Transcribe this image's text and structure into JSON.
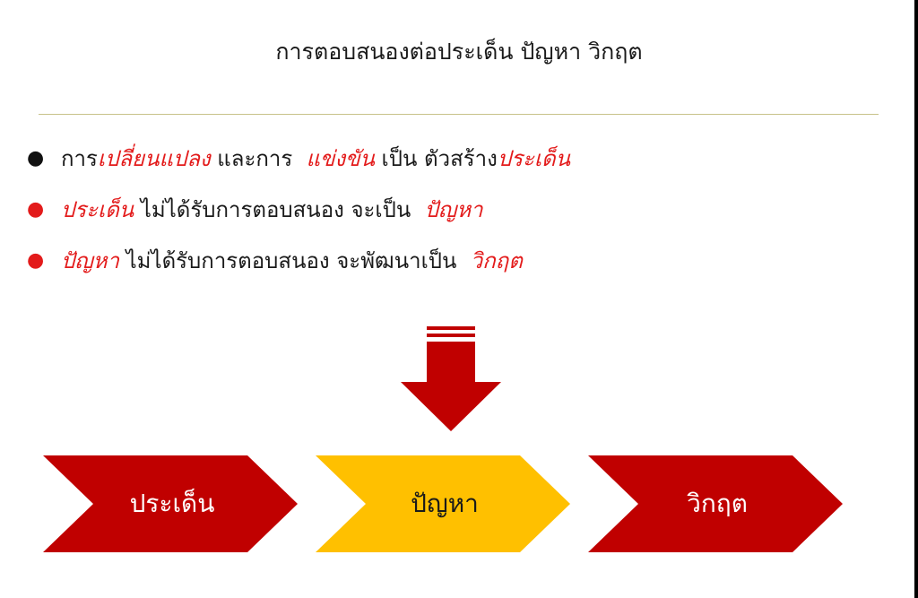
{
  "title": "การตอบสนองต่อประเด็น ปัญหา วิกฤต",
  "bullets": [
    {
      "bullet_color": "#111111",
      "segments": [
        {
          "text": "การ",
          "emphasis": false
        },
        {
          "text": "เปลี่ยนแปลง",
          "emphasis": true
        },
        {
          "text": " และการ  ",
          "emphasis": false
        },
        {
          "text": "แข่งขัน",
          "emphasis": true
        },
        {
          "text": " เป็น ตัวสร้าง",
          "emphasis": false
        },
        {
          "text": "ประเด็น",
          "emphasis": true
        }
      ]
    },
    {
      "bullet_color": "#e31b1b",
      "segments": [
        {
          "text": "ประเด็น",
          "emphasis": true
        },
        {
          "text": " ไม่ได้รับการตอบสนอง จะเป็น  ",
          "emphasis": false
        },
        {
          "text": "ปัญหา",
          "emphasis": true
        }
      ]
    },
    {
      "bullet_color": "#e31b1b",
      "segments": [
        {
          "text": "ปัญหา",
          "emphasis": true
        },
        {
          "text": " ไม่ได้รับการตอบสนอง จะพัฒนาเป็น  ",
          "emphasis": false
        },
        {
          "text": "วิกฤต",
          "emphasis": true
        }
      ]
    }
  ],
  "flow": {
    "arrow_color": "#c00000",
    "steps": [
      {
        "label": "ประเด็น",
        "fill": "#c00000",
        "text_color": "#ffffff"
      },
      {
        "label": "ปัญหา",
        "fill": "#ffc000",
        "text_color": "#1a1a1a"
      },
      {
        "label": "วิกฤต",
        "fill": "#c00000",
        "text_color": "#ffffff"
      }
    ]
  },
  "colors": {
    "emphasis": "#e31b1b",
    "rule": "#c8c28a"
  }
}
